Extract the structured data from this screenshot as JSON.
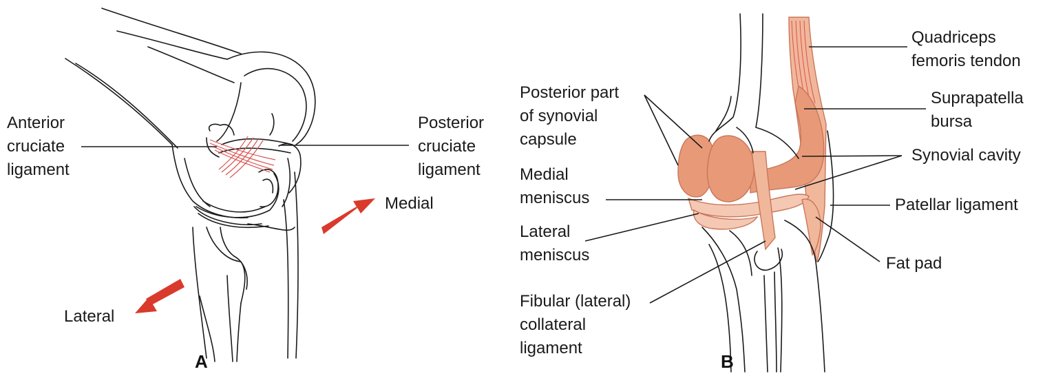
{
  "colors": {
    "outline": "#1a1a1a",
    "ligament_fiber": "#d9534f",
    "synovial_fill": "#e89a78",
    "synovial_stroke": "#c9755a",
    "meniscus_fill": "#f4c8b2",
    "arrow": "#d93a2b"
  },
  "panel_a": {
    "letter": "A",
    "labels": {
      "acl": [
        "Anterior",
        "cruciate",
        "ligament"
      ],
      "pcl": [
        "Posterior",
        "cruciate",
        "ligament"
      ],
      "medial": "Medial",
      "lateral": "Lateral"
    },
    "arrows": [
      "medial-direction",
      "lateral-direction"
    ]
  },
  "panel_b": {
    "letter": "B",
    "labels": {
      "posterior_capsule": [
        "Posterior part",
        "of synovial",
        "capsule"
      ],
      "medial_meniscus": [
        "Medial",
        "meniscus"
      ],
      "lateral_meniscus": [
        "Lateral",
        "meniscus"
      ],
      "fibular_collateral": [
        "Fibular (lateral)",
        "collateral",
        "ligament"
      ],
      "quadriceps_tendon": [
        "Quadriceps",
        "femoris tendon"
      ],
      "suprapatella_bursa": [
        "Suprapatella",
        "bursa"
      ],
      "synovial_cavity": "Synovial cavity",
      "patellar_ligament": "Patellar ligament",
      "fat_pad": "Fat pad"
    }
  }
}
